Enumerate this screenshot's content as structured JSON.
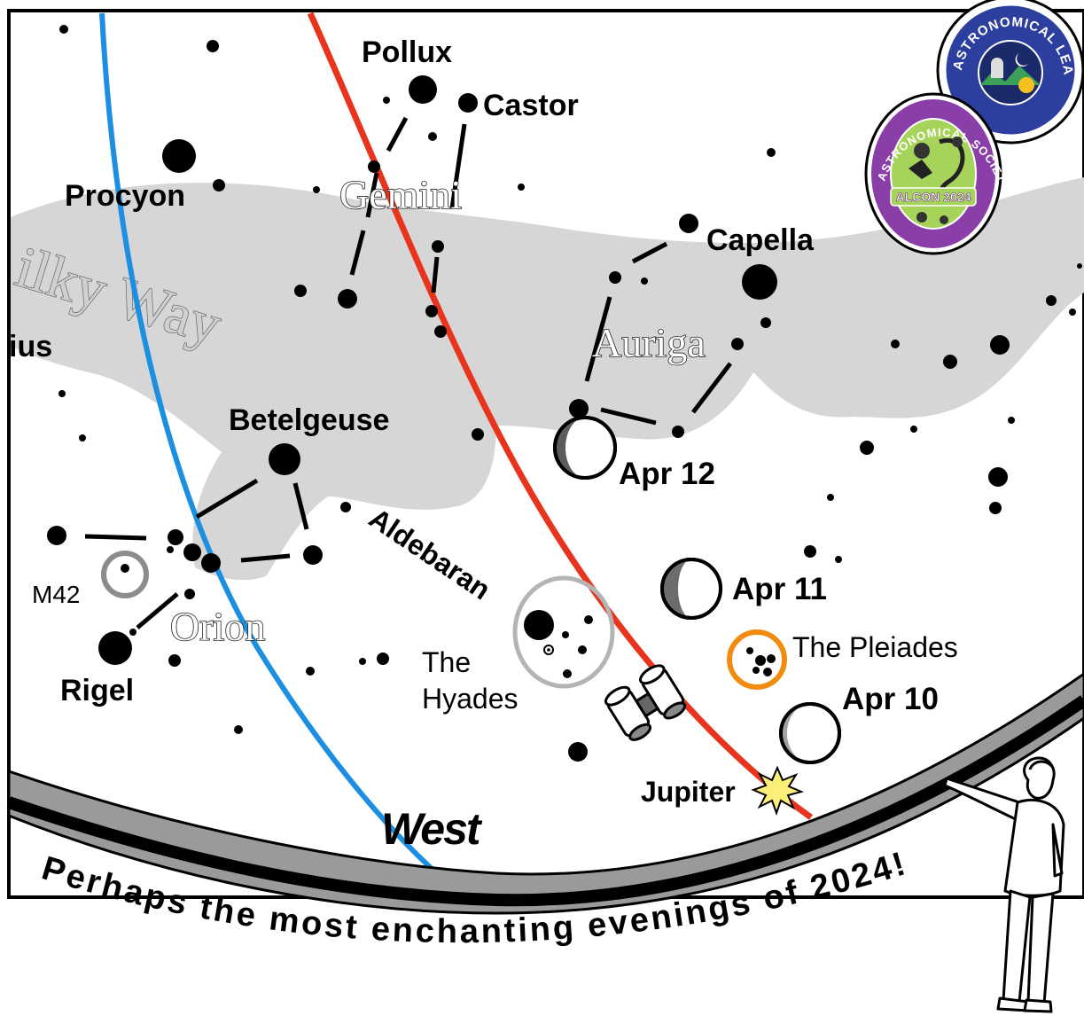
{
  "stars_labels": {
    "pollux": "Pollux",
    "castor": "Castor",
    "procyon": "Procyon",
    "capella": "Capella",
    "betelgeuse": "Betelgeuse",
    "aldebaran": "Aldebaran",
    "rigel": "Rigel",
    "sirius_fragment": "ius",
    "jupiter": "Jupiter"
  },
  "constellations": {
    "gemini": "Gemini",
    "auriga": "Auriga",
    "orion": "Orion"
  },
  "milky_way_label": "ilky Way",
  "objects": {
    "m42": "M42",
    "hyades_line1": "The",
    "hyades_line2": "Hyades",
    "pleiades": "The Pleiades"
  },
  "moon_dates": {
    "apr10": "Apr 10",
    "apr11": "Apr 11",
    "apr12": "Apr 12"
  },
  "horizon_label": "West",
  "caption": "Perhaps the most enchanting evenings of 2024!",
  "logos": {
    "league_text": "ASTRONOMICAL LEAGUE",
    "society_text": "ASTRONOMICAL SOCIETY OF KANSAS CITY",
    "alcon_text": "ALCON 2024"
  },
  "colors": {
    "ecliptic": "#e8341c",
    "celestial_equator": "#1d8fe0",
    "milky_way": "#d6d6d6",
    "pleiades_ring": "#f08c10",
    "league_blue": "#2c3f9e",
    "society_purple": "#8a3fa8",
    "society_green": "#a6d35a"
  }
}
